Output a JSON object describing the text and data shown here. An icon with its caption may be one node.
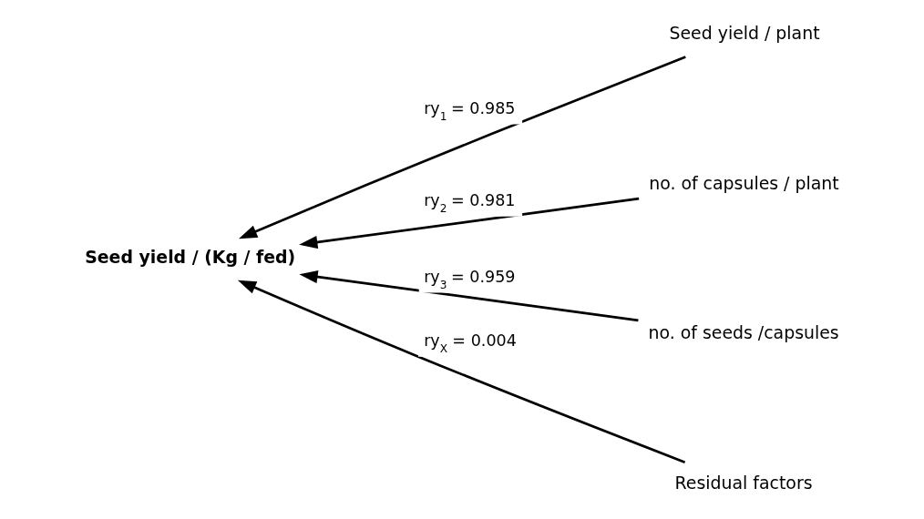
{
  "diagram": {
    "nodes": [
      {
        "text": [
          "Seed yield / (Kg / fed)"
        ]
      },
      {
        "text": [
          "Seed yield / plant"
        ]
      },
      {
        "text": [
          "no. of capsules / plant"
        ]
      },
      {
        "text": [
          "no. of seeds /capsules"
        ]
      },
      {
        "text": [
          "Residual factors"
        ]
      }
    ],
    "edges": [
      {
        "from": 1,
        "to": 0,
        "arrow": "to",
        "label": "ry$_{1}$ = 0.985"
      },
      {
        "from": 2,
        "to": 0,
        "arrow": "to",
        "label": "ry$_{2}$ = 0.981"
      },
      {
        "from": 3,
        "to": 0,
        "arrow": "to",
        "label": "ry$_{3}$ = 0.959"
      },
      {
        "from": 4,
        "to": 0,
        "arrow": "to",
        "label": "ry$_{X}$ = 0.004"
      }
    ]
  }
}
